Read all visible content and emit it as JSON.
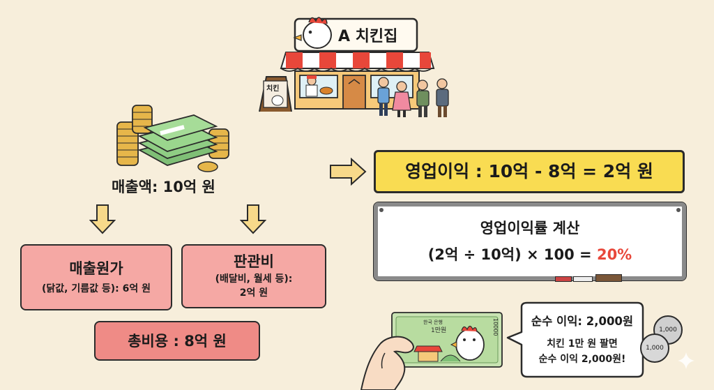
{
  "shop": {
    "sign": "A 치킨집",
    "board": "치킨"
  },
  "revenue": {
    "label": "매출액: 10억 원"
  },
  "cogs": {
    "title": "매출원가",
    "detail": "(닭값, 기름값 등): 6억 원"
  },
  "sga": {
    "title": "판관비",
    "detail1": "(배달비, 월세 등):",
    "detail2": "2억 원"
  },
  "total": {
    "label": "총비용 : 8억 원"
  },
  "operating": {
    "label": "영업이익 : 10억 - 8억 = 2억 원"
  },
  "margin": {
    "title": "영업이익률 계산",
    "formula": "(2억 ÷ 10억) × 100 = ",
    "result": "20%"
  },
  "bill": {
    "top": "10000",
    "name": "1만원",
    "serial": "한국 은행"
  },
  "bubble": {
    "line1": "순수 이익: 2,000원",
    "line2": "치킨 1만 원 팔면",
    "line3": "순수 이익 2,000원!"
  },
  "coins": {
    "c1": "1,000",
    "c2": "1,000"
  },
  "colors": {
    "background": "#f7eedb",
    "yellow": "#f9dc52",
    "pink": "#f5a8a4",
    "red_highlight": "#e8473a",
    "arrow": "#f7d98a"
  }
}
